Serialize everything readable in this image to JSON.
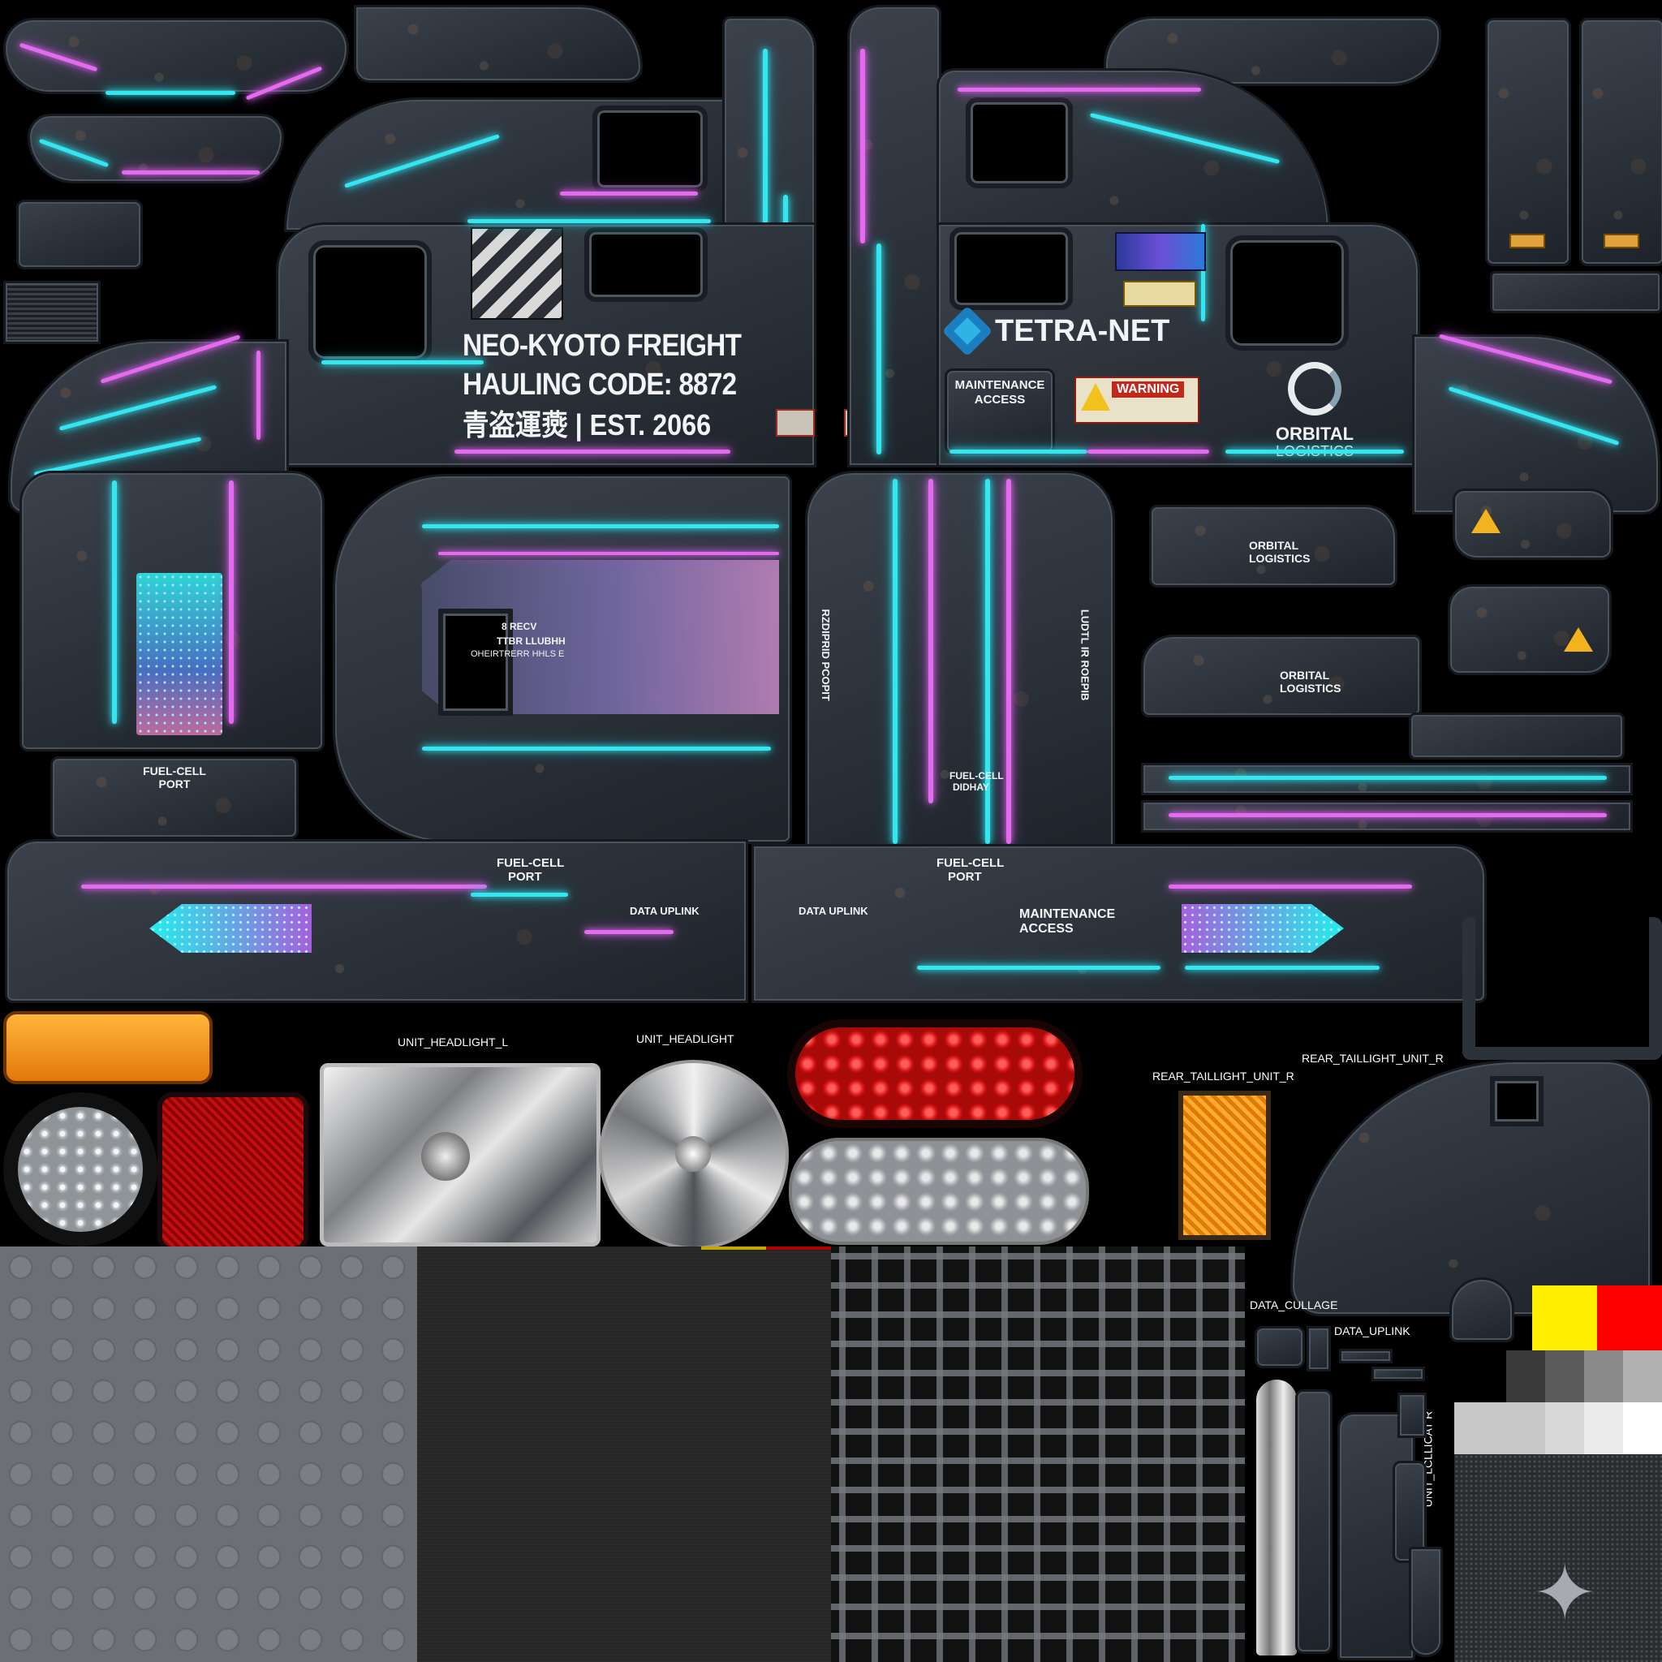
{
  "texture_atlas": {
    "freight_livery": {
      "line1": "NEO-KYOTO FREIGHT",
      "line2": "HAULING CODE: 8872",
      "line3": "青盗運㷼 | EST. 2066"
    },
    "tetra_logo": "TETRA-NET",
    "orbital_logo": {
      "top": "ORBITAL",
      "bottom": "LOGISTICS"
    },
    "orbital_small": {
      "top": "ORBITAL",
      "bottom": "LOGISTICS"
    },
    "maintenance_panel": {
      "top": "MAINTENANCE",
      "bottom": "ACCESS"
    },
    "warning_label": "WARNING",
    "fuel_cell_port_hood": {
      "top": "FUEL-CELL",
      "bottom": "PORT"
    },
    "fuel_cell_side": {
      "top": "FUEL-CELL",
      "bottom": "PORT"
    },
    "fuel_cell_side_r": {
      "top": "FUEL-CELL",
      "bottom": "PORT"
    },
    "fuel_cell_grille": {
      "top": "FUEL-CELL",
      "bottom": "DIDHAY"
    },
    "data_uplink_l": "DATA UPLINK",
    "data_uplink_r": "DATA UPLINK",
    "maintenance_side": {
      "top": "MAINTENANCE",
      "bottom": "ACCESS"
    },
    "hood_codes": {
      "a": "8 RECV",
      "b": "TTBR LLUBHH",
      "c": "OHEIRTRERR HHLS E"
    },
    "grille_vertical_l": "RZDIPRID PCOPIT",
    "grille_vertical_r": "LUDTL IR ROEPIB"
  },
  "captions": {
    "headlight_l": "UNIT_HEADLIGHT_L",
    "headlight": "UNIT_HEADLIGHT",
    "rear_taillight_r_small": "REAR_TAILLIGHT_UNIT_R",
    "rear_taillight_r": "REAR_TAILLIGHT_UNIT_R",
    "data_cullage": "DATA_CULLAGE",
    "data_uplink": "DATA_UPLINK",
    "unit_collicat": "UNIT_LCLLICAT R"
  },
  "colors": {
    "neon_cyan": "#35e6f0",
    "neon_magenta": "#e46bf0",
    "panel_dark": "#2a3039",
    "swatch_yellow": "#ffee00",
    "swatch_red": "#ff0000"
  },
  "icons": {
    "tetra_logo": "tetra-net-logo-icon",
    "orbital_logo": "orbital-ring-logo-icon",
    "warning": "electric-hazard-icon",
    "biohazard": "biohazard-icon",
    "sparkle": "four-point-star-icon"
  }
}
